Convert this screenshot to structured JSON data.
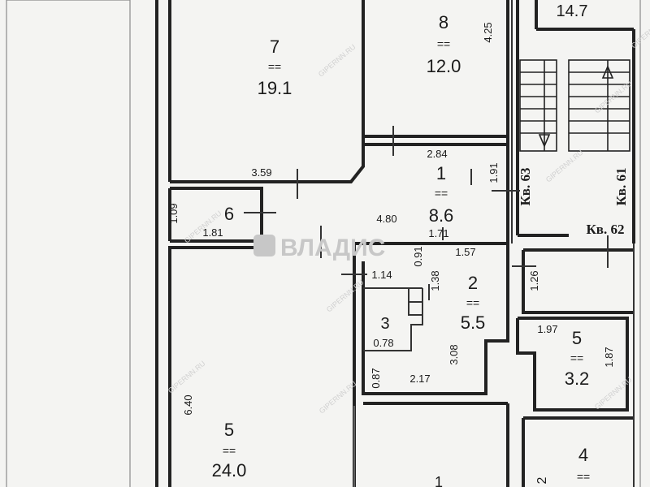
{
  "rooms": [
    {
      "id": "7",
      "number": "7",
      "area": "19.1"
    },
    {
      "id": "8",
      "number": "8",
      "area": "12.0"
    },
    {
      "id": "1",
      "number": "1",
      "area": "8.6"
    },
    {
      "id": "6",
      "number": "6",
      "area": ""
    },
    {
      "id": "2",
      "number": "2",
      "area": "5.5"
    },
    {
      "id": "3",
      "number": "3",
      "area": ""
    },
    {
      "id": "5-right",
      "number": "5",
      "area": "3.2"
    },
    {
      "id": "5-left",
      "number": "5",
      "area": "24.0"
    },
    {
      "id": "4",
      "number": "4",
      "area": ""
    }
  ],
  "stair_area": "14.7",
  "dimensions": [
    "4.25",
    "2.84",
    "1.91",
    "3.59",
    "1.09",
    "1.81",
    "4.80",
    "1.71",
    "1.57",
    "0.91",
    "1.14",
    "1.38",
    "0.78",
    "3.08",
    "0.87",
    "2.17",
    "1.26",
    "1.97",
    "1.87",
    "6.40"
  ],
  "apartment_labels": [
    "Кв. 63",
    "Кв. 61",
    "Кв. 62"
  ],
  "watermark": "ВЛАДИС",
  "right_fragment_number": "2",
  "bottom_fragment_number": "1"
}
